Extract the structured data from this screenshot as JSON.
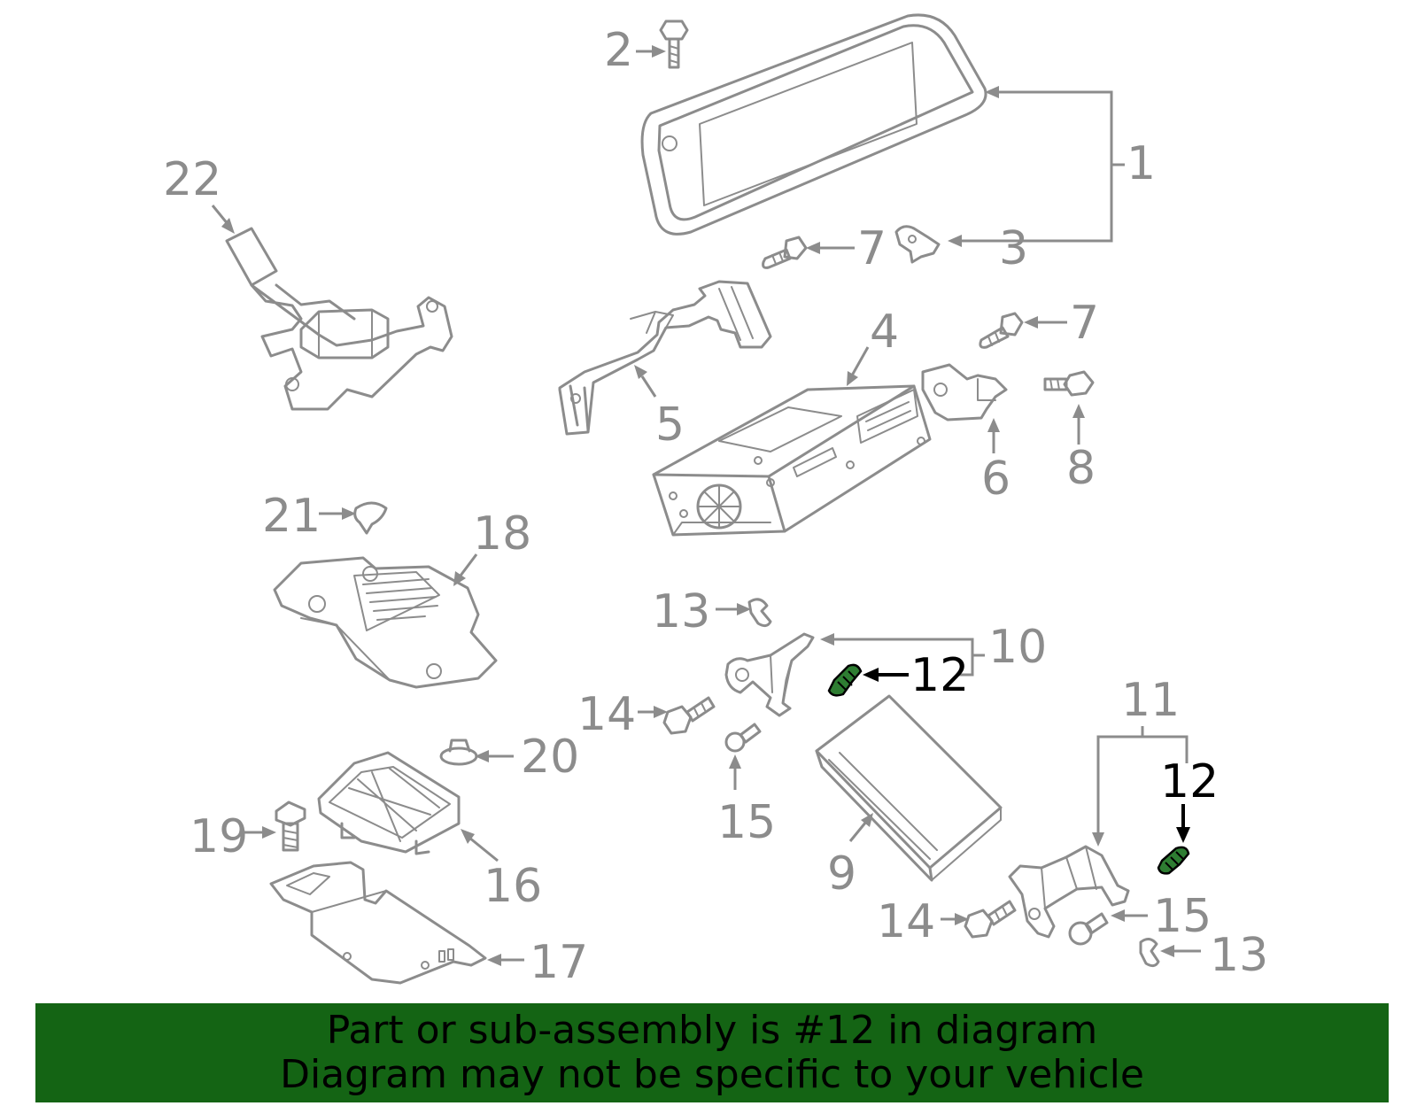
{
  "diagram": {
    "callouts": {
      "c1": "1",
      "c2": "2",
      "c3": "3",
      "c4": "4",
      "c5": "5",
      "c6": "6",
      "c7a": "7",
      "c7b": "7",
      "c8": "8",
      "c9": "9",
      "c10": "10",
      "c11": "11",
      "c12a": "12",
      "c12b": "12",
      "c13a": "13",
      "c13b": "13",
      "c14a": "14",
      "c14b": "14",
      "c15a": "15",
      "c15b": "15",
      "c16": "16",
      "c17": "17",
      "c18": "18",
      "c19": "19",
      "c20": "20",
      "c21": "21",
      "c22": "22"
    },
    "highlight_color": "#2e7d32"
  },
  "banner": {
    "line1": "Part or sub-assembly is #12 in diagram",
    "line2": "Diagram may not be specific to your vehicle",
    "background": "#146414"
  }
}
